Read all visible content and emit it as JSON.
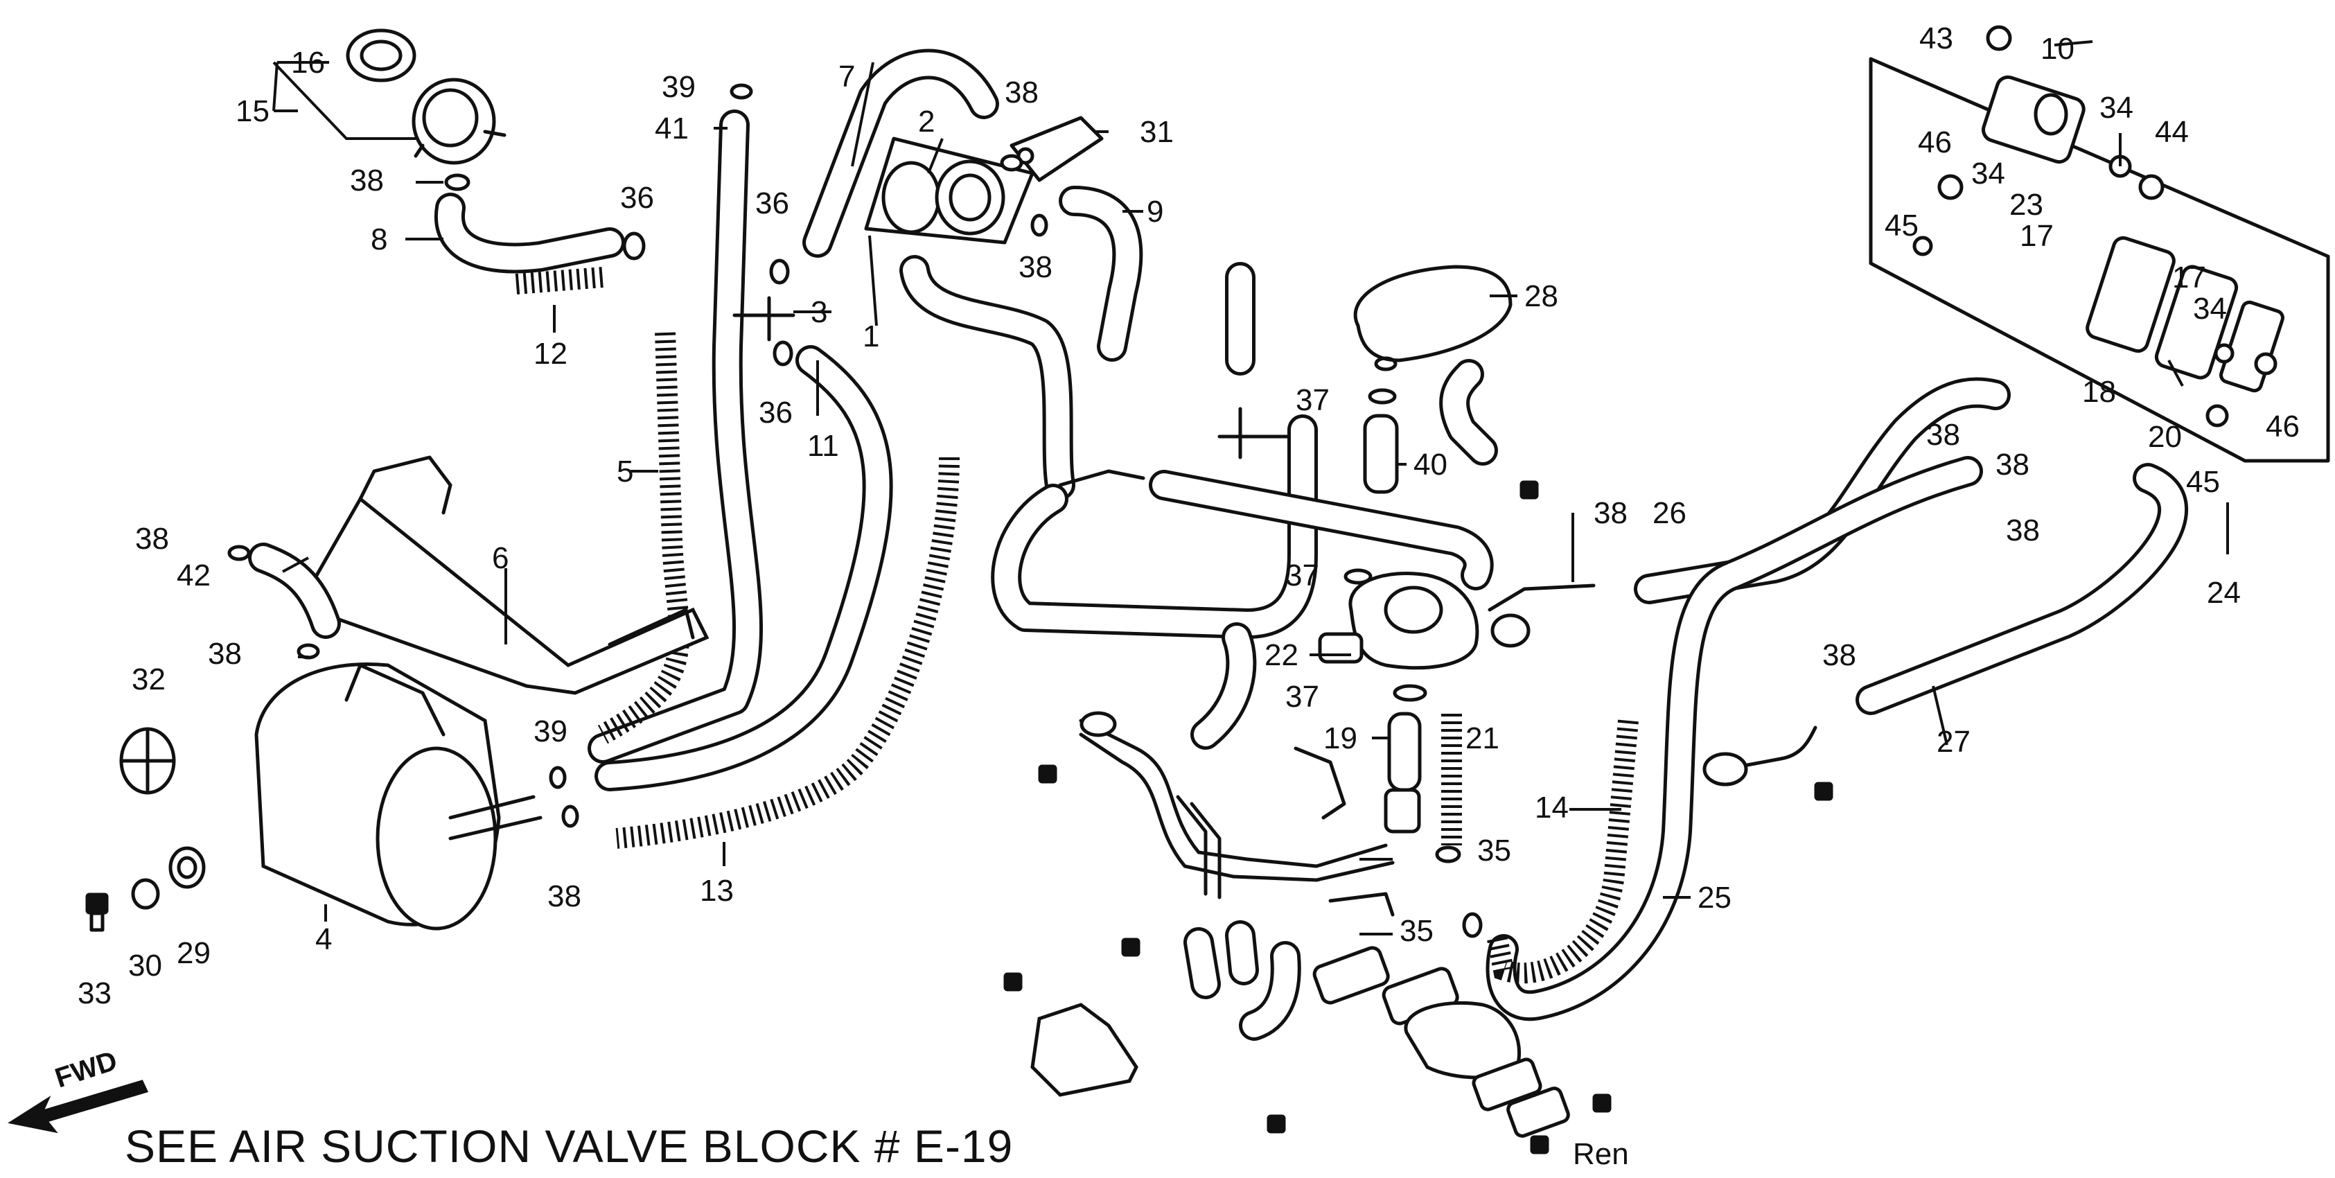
{
  "diagram": {
    "caption": "SEE AIR SUCTION VALVE BLOCK # E-19",
    "signature": "Ren",
    "fwd_label": "FWD",
    "part_labels": [
      "1",
      "2",
      "3",
      "4",
      "5",
      "6",
      "7",
      "8",
      "9",
      "10",
      "11",
      "12",
      "13",
      "14",
      "15",
      "16",
      "17",
      "17",
      "18",
      "19",
      "20",
      "21",
      "22",
      "23",
      "24",
      "25",
      "26",
      "27",
      "28",
      "29",
      "30",
      "31",
      "32",
      "33",
      "34",
      "34",
      "34",
      "35",
      "35",
      "36",
      "36",
      "36",
      "37",
      "37",
      "37",
      "38",
      "38",
      "38",
      "38",
      "38",
      "38",
      "38",
      "38",
      "38",
      "38",
      "38",
      "39",
      "39",
      "40",
      "41",
      "42",
      "43",
      "44",
      "45",
      "45",
      "46",
      "46"
    ]
  }
}
